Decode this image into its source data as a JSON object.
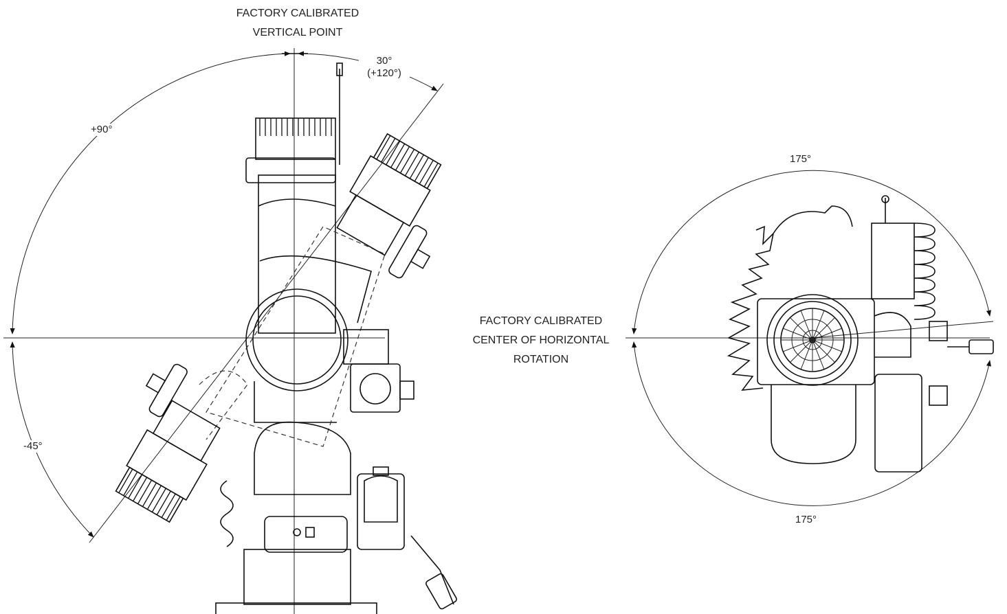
{
  "labels": {
    "vertical_point_line1": "FACTORY CALIBRATED",
    "vertical_point_line2": "VERTICAL POINT",
    "horizontal_line1": "FACTORY CALIBRATED",
    "horizontal_line2": "CENTER OF HORIZONTAL",
    "horizontal_line3": "ROTATION"
  },
  "angles": {
    "up_90": "+90°",
    "top_30": "30°",
    "top_120": "(+120°)",
    "down_45": "-45°",
    "horizontal_top": "175°",
    "horizontal_bottom": "175°"
  },
  "colors": {
    "line": "#111111",
    "background": "#ffffff"
  }
}
